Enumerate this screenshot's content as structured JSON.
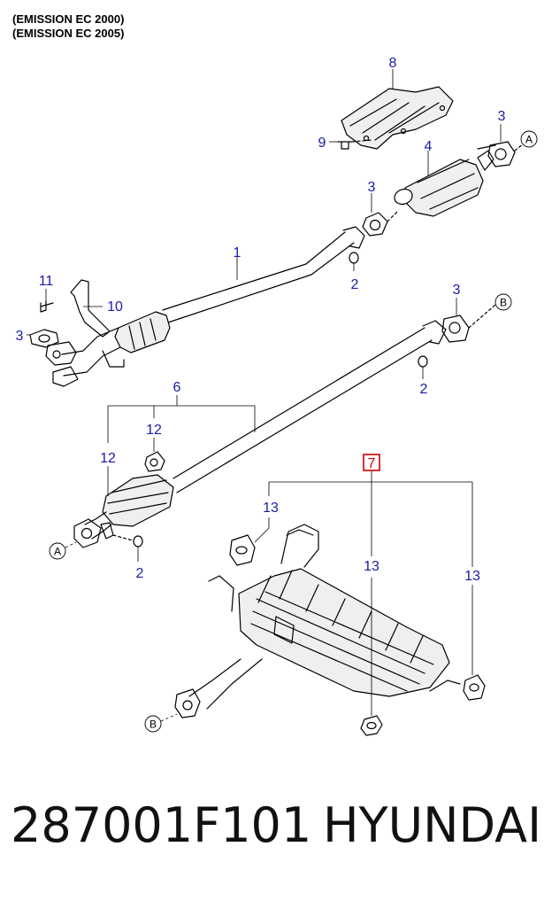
{
  "header": {
    "line1": "(EMISSION EC 2000)",
    "line2": "(EMISSION EC 2005)"
  },
  "callouts": [
    {
      "id": "c8",
      "label": "8"
    },
    {
      "id": "c9",
      "label": "9"
    },
    {
      "id": "c3a",
      "label": "3"
    },
    {
      "id": "c4",
      "label": "4"
    },
    {
      "id": "c3b",
      "label": "3"
    },
    {
      "id": "c1",
      "label": "1"
    },
    {
      "id": "c2a",
      "label": "2"
    },
    {
      "id": "c11",
      "label": "11"
    },
    {
      "id": "c10",
      "label": "10"
    },
    {
      "id": "c3c",
      "label": "3"
    },
    {
      "id": "c3d",
      "label": "3"
    },
    {
      "id": "c2b",
      "label": "2"
    },
    {
      "id": "c6",
      "label": "6"
    },
    {
      "id": "c12a",
      "label": "12"
    },
    {
      "id": "c12b",
      "label": "12"
    },
    {
      "id": "c2c",
      "label": "2"
    },
    {
      "id": "c7",
      "label": "7"
    },
    {
      "id": "c13a",
      "label": "13"
    },
    {
      "id": "c13b",
      "label": "13"
    },
    {
      "id": "c13c",
      "label": "13"
    }
  ],
  "connectors": {
    "a1": "A",
    "a2": "A",
    "b1": "B",
    "b2": "B"
  },
  "footer": {
    "part_number": "287001F101",
    "brand": "HYUNDAI"
  },
  "colors": {
    "callout": "#1a1aa8",
    "highlight": "#cc0000",
    "line": "#000000"
  }
}
